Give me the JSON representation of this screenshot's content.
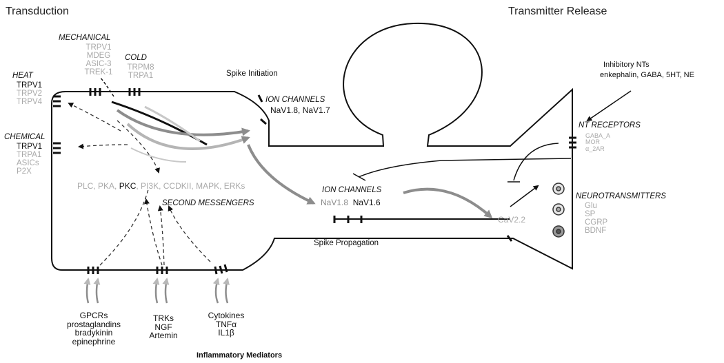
{
  "titles": {
    "transduction": "Transduction",
    "transmitter_release": "Transmitter Release",
    "inflammatory_mediators": "Inflammatory Mediators"
  },
  "mechanical": {
    "heading": "MECHANICAL",
    "items": [
      "TRPV1",
      "MDEG",
      "ASIC-3",
      "TREK-1"
    ]
  },
  "cold": {
    "heading": "COLD",
    "items": [
      "TRPM8",
      "TRPA1"
    ]
  },
  "heat": {
    "heading": "HEAT",
    "items": [
      "TRPV1",
      "TRPV2",
      "TRPV4"
    ]
  },
  "chemical": {
    "heading": "CHEMICAL",
    "items": [
      "TRPV1",
      "TRPA1",
      "ASICs",
      "P2X"
    ]
  },
  "spike_initiation": "Spike Initiation",
  "ion_channels_1": {
    "heading": "ION CHANNELS",
    "text": "NaV1.8, NaV1.7"
  },
  "ion_channels_2": {
    "heading": "ION CHANNELS",
    "text_a": "NaV1.8",
    "text_b": "NaV1.6"
  },
  "second_messengers": {
    "pre": "PLC, PKA, ",
    "bold": "PKC",
    "post": ", PI3K, CCDKII, MAPK, ERKs",
    "heading": "SECOND MESSENGERS"
  },
  "spike_propagation": "Spike Propagation",
  "cav": "CaV2.2",
  "inhibitory": {
    "line1": "Inhibitory NTs",
    "line2": "enkephalin, GABA, 5HT, NE"
  },
  "nt_receptors": {
    "heading": "NT RECEPTORS",
    "items": [
      "GABA_A",
      "MOR",
      "α_2AR"
    ]
  },
  "neurotransmitters": {
    "heading": "NEUROTRANSMITTERS",
    "items": [
      "Glu",
      "SP",
      "CGRP",
      "BDNF"
    ]
  },
  "gpcrs": {
    "items": [
      "GPCRs",
      "prostaglandins",
      "bradykinin",
      "epinephrine"
    ]
  },
  "trks": {
    "items": [
      "TRKs",
      "NGF",
      "Artemin"
    ]
  },
  "cytokines": {
    "items": [
      "Cytokines",
      "TNFα",
      "IL1β"
    ]
  }
}
